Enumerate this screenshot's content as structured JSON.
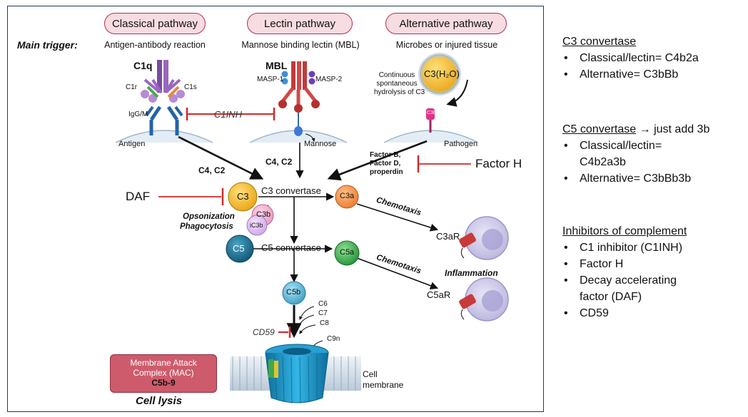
{
  "diagram": {
    "main_trigger_label": "Main trigger:",
    "pathways": [
      {
        "name": "Classical pathway",
        "trigger": "Antigen-antibody reaction"
      },
      {
        "name": "Lectin pathway",
        "trigger": "Mannose binding lectin (MBL)"
      },
      {
        "name": "Alternative pathway",
        "trigger": "Microbes or injured tissue"
      }
    ],
    "classical": {
      "c1q": "C1q",
      "c1r": "C1r",
      "c1s": "C1s",
      "igg": "IgG/M",
      "antigen": "Antigen",
      "c1inh": "C1INH"
    },
    "lectin": {
      "mbl": "MBL",
      "masp1": "MASP-1",
      "masp2": "MASP-2",
      "mannose": "Mannose"
    },
    "alternative": {
      "hydrolysis": "Continuous spontaneous hydrolysis of C3",
      "hydrolysis_lines": [
        "Continuous",
        "spontaneous",
        "hydrolysis of C3"
      ],
      "c3h2o": "C3(H₂O)",
      "c3b_small": "C3b",
      "pathogen": "Pathogen",
      "factors": [
        "Factor B,",
        "Factor D,",
        "properdin"
      ]
    },
    "c4c2_left": "C4, C2",
    "c4c2_mid": "C4, C2",
    "factor_h": "Factor H",
    "daf": "DAF",
    "c3": "C3",
    "c3_convertase": "C3 convertase",
    "c3a": "C3a",
    "c3b": "C3b",
    "ic3b": "iC3b",
    "opsonization": "Opsonization",
    "phagocytosis": "Phagocytosis",
    "c5": "C5",
    "c5_convertase": "C5 convertase",
    "c5a": "C5a",
    "chemotaxis_1": "Chemotaxis",
    "chemotaxis_2": "Chemotaxis",
    "c3ar": "C3aR",
    "c5ar": "C5aR",
    "inflammation": "Inflammation",
    "c5b": "C5b",
    "c6": "C6",
    "c7": "C7",
    "c8": "C8",
    "c9n": "C9n",
    "cd59": "CD59",
    "mac_line1": "Membrane Attack",
    "mac_line2": "Complex (MAC)",
    "mac_line3": "C5b-9",
    "cell_lysis": "Cell lysis",
    "cell_membrane_1": "Cell",
    "cell_membrane_2": "membrane",
    "colors": {
      "pill_border": "#b0304f",
      "pill_fill": "#f7dce2",
      "inhibitor_red": "#d22a2a",
      "c3_yellow": "#f1b51b",
      "c3a_orange": "#f08a3a",
      "c5_teal": "#1e6f8f",
      "c5a_green": "#2f9e45",
      "mac_box": "#cd5b6c"
    }
  },
  "notes": {
    "c3_convertase": {
      "title": "C3 convertase",
      "items": [
        "Classical/lectin= C4b2a",
        "Alternative= C3bBb"
      ]
    },
    "c5_convertase": {
      "title": "C5 convertase",
      "arrow": "→",
      "title_suffix": " just add 3b",
      "items": [
        "Classical/lectin= C4b2a3b",
        "Alternative= C3bBb3b"
      ]
    },
    "inhibitors": {
      "title": "Inhibitors of complement",
      "items": [
        "C1 inhibitor (C1INH)",
        "Factor H",
        "Decay accelerating factor (DAF)",
        "CD59"
      ]
    }
  }
}
